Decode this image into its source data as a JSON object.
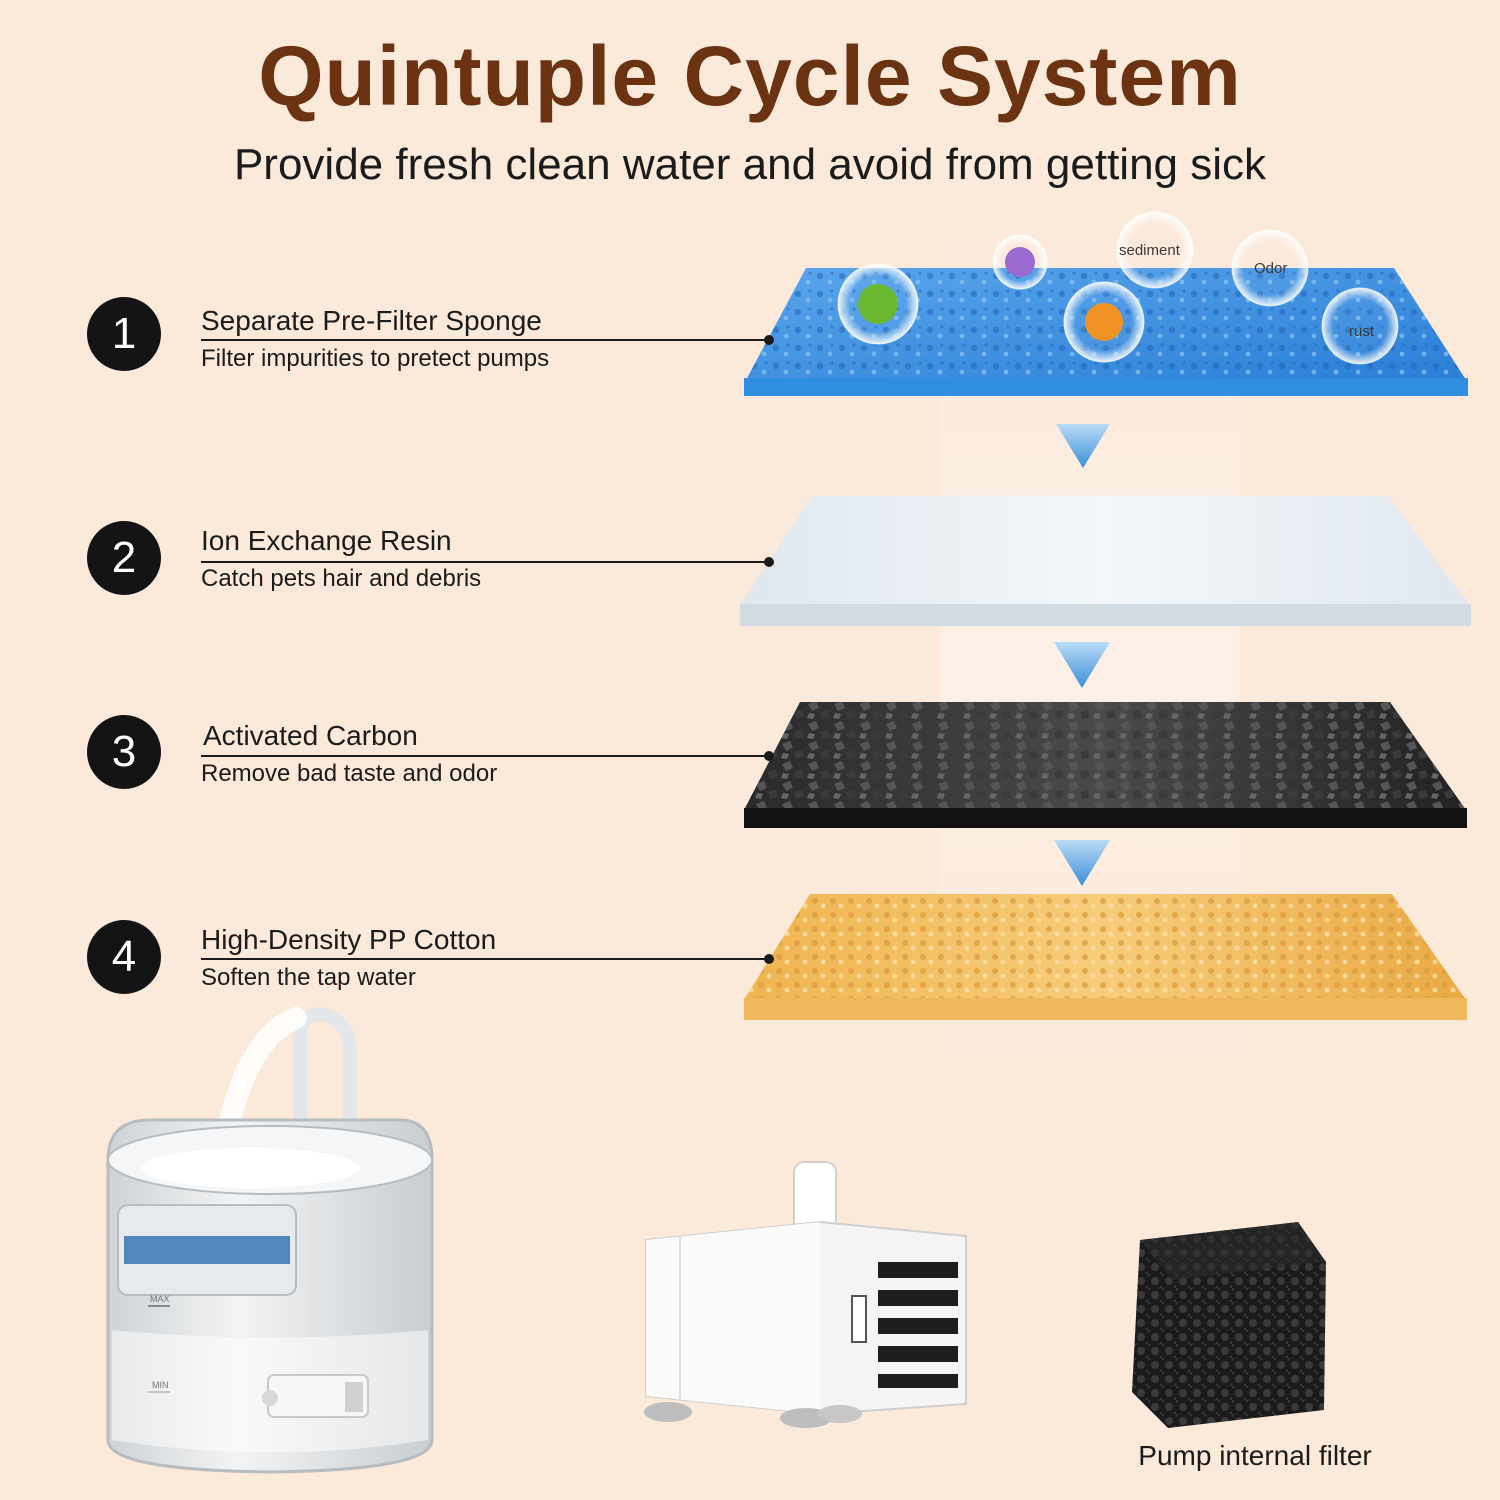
{
  "header": {
    "title": "Quintuple Cycle System",
    "subtitle": "Provide fresh clean water and avoid from getting sick"
  },
  "steps": [
    {
      "number": "1",
      "name": "Separate Pre-Filter Sponge",
      "description": "Filter impurities to pretect pumps"
    },
    {
      "number": "2",
      "name": "Ion Exchange Resin",
      "description": "Catch pets hair and debris"
    },
    {
      "number": "3",
      "name": "Activated Carbon",
      "description": "Remove bad taste and odor"
    },
    {
      "number": "4",
      "name": "High-Density PP Cotton",
      "description": "Soften the tap water"
    }
  ],
  "contaminants": {
    "sediment": "sediment",
    "odor": "Odor",
    "rust": "rust"
  },
  "product": {
    "max_mark": "MAX",
    "min_mark": "MIN",
    "pump_filter_label": "Pump internal filter"
  },
  "colors": {
    "title": "#6b3312",
    "sponge_blue": "#3f8fdc",
    "resin_white": "#e4ecf2",
    "carbon_black": "#1e1e1e",
    "cotton_amber": "#ecb253",
    "background": "#fbe9da"
  }
}
